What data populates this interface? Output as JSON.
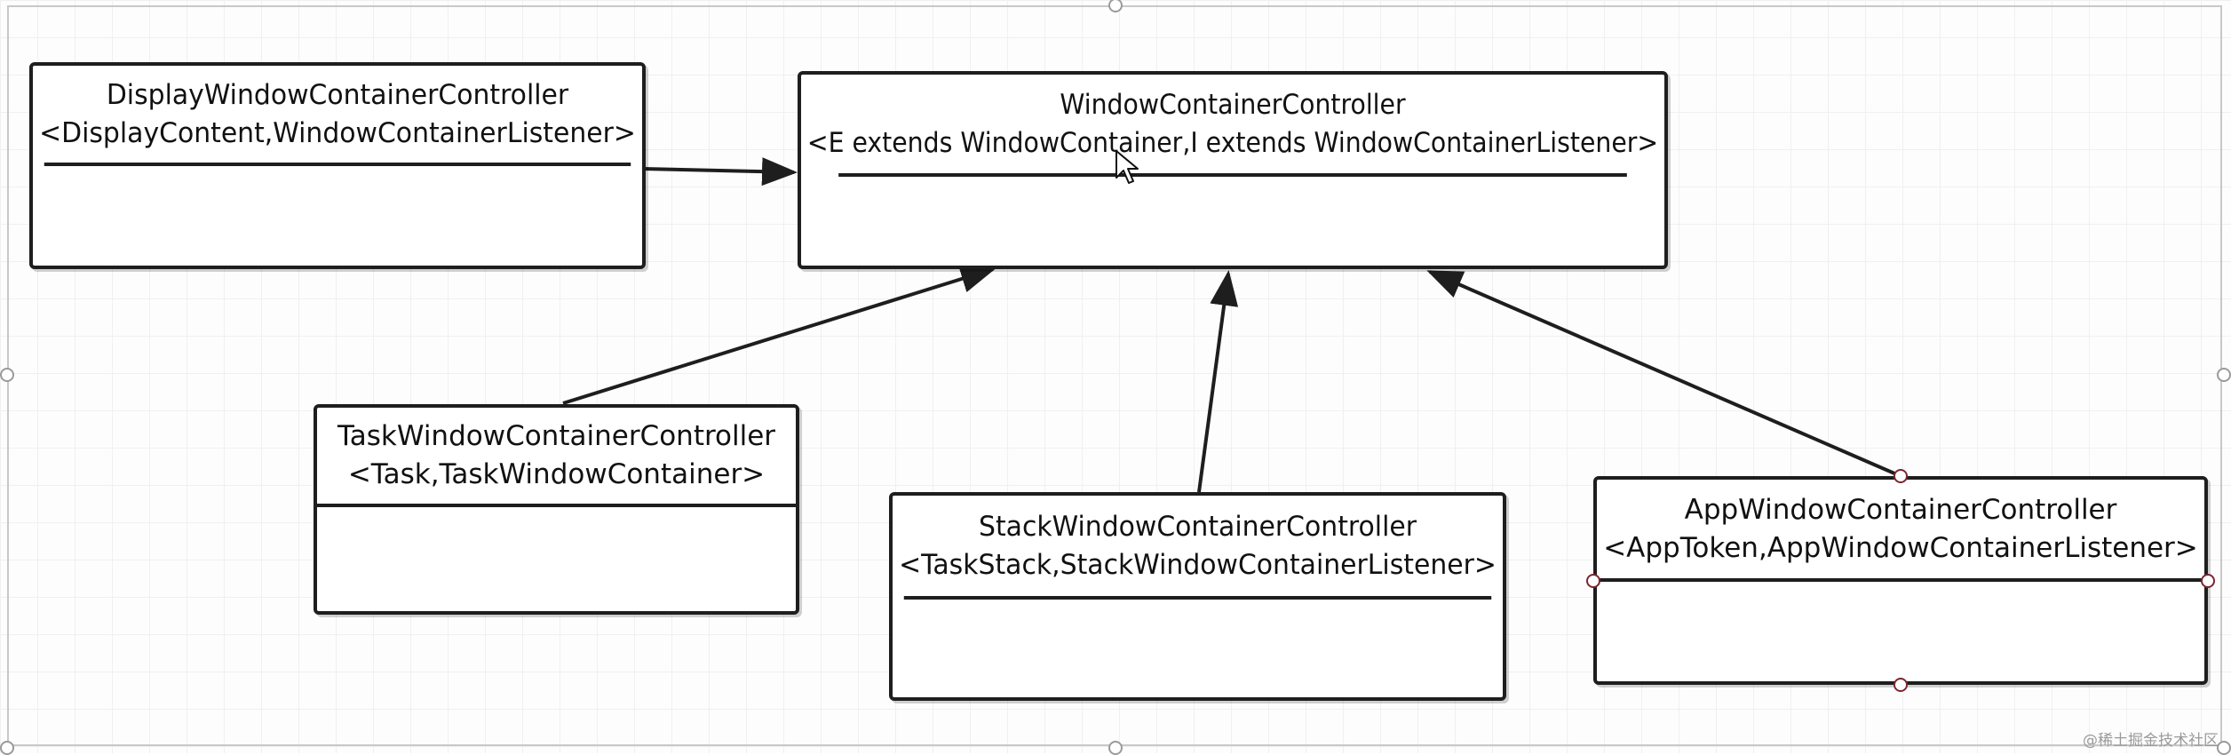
{
  "diagram": {
    "classes": [
      {
        "id": "window",
        "name": "WindowContainerController",
        "generics": "<E extends WindowContainer,I extends WindowContainerListener>"
      },
      {
        "id": "display",
        "name": "DisplayWindowContainerController",
        "generics": "<DisplayContent,WindowContainerListener>"
      },
      {
        "id": "task",
        "name": "TaskWindowContainerController",
        "generics": "<Task,TaskWindowContainer>"
      },
      {
        "id": "stack",
        "name": "StackWindowContainerController",
        "generics": "<TaskStack,StackWindowContainerListener>"
      },
      {
        "id": "app",
        "name": "AppWindowContainerController",
        "generics": "<AppToken,AppWindowContainerListener>"
      }
    ],
    "relations": [
      {
        "from": "DisplayWindowContainerController",
        "to": "WindowContainerController",
        "type": "generalization"
      },
      {
        "from": "TaskWindowContainerController",
        "to": "WindowContainerController",
        "type": "generalization"
      },
      {
        "from": "StackWindowContainerController",
        "to": "WindowContainerController",
        "type": "generalization"
      },
      {
        "from": "AppWindowContainerController",
        "to": "WindowContainerController",
        "type": "generalization"
      }
    ]
  },
  "watermark": "@稀土掘金技术社区",
  "colors": {
    "stroke": "#1e1e1e",
    "background": "#ffffff",
    "grid": "#f0f0f0"
  }
}
